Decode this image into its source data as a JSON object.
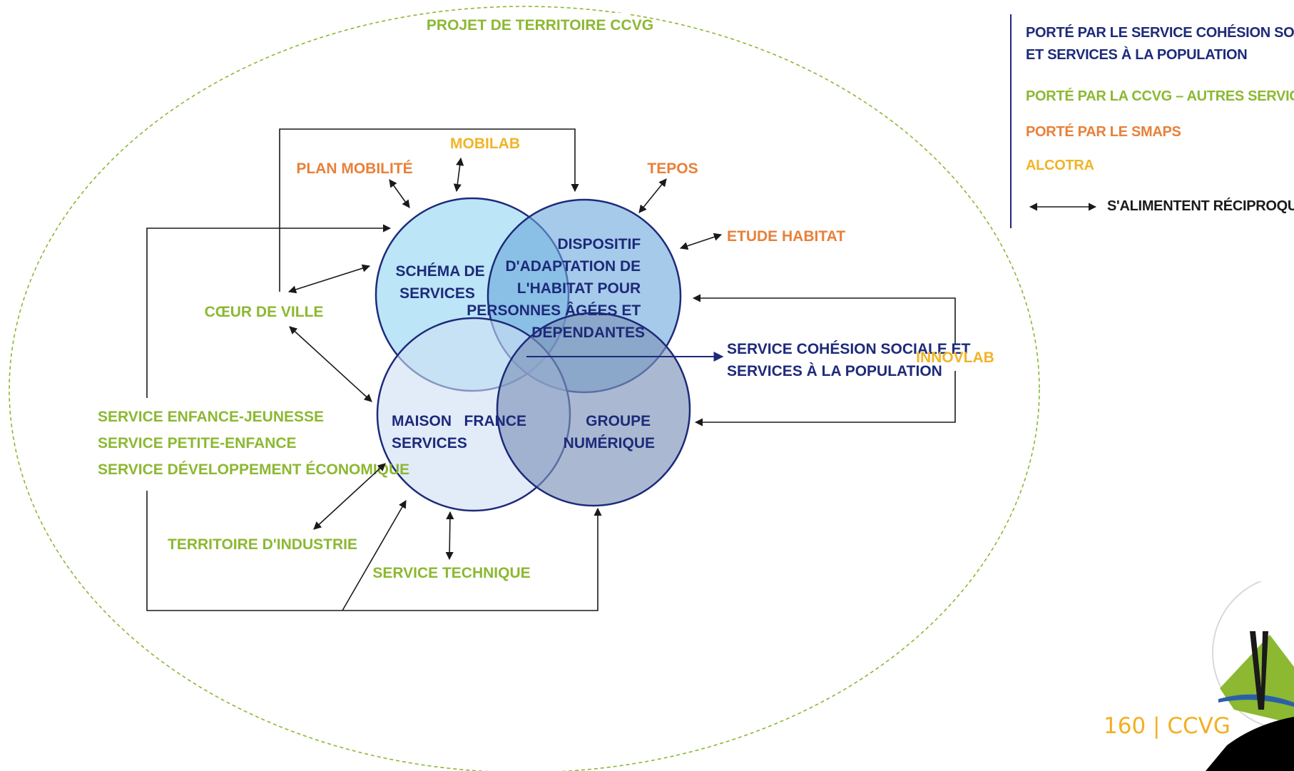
{
  "colors": {
    "navy": "#1d2a7a",
    "green": "#8cb832",
    "orange": "#e8803a",
    "yellow": "#f0b427",
    "dark": "#1a1a1a"
  },
  "project_title": "PROJET DE TERRITOIRE CCVG",
  "legend": {
    "line1": "PORTÉ PAR LE SERVICE COHÉSION SOCIALE",
    "line2": "ET SERVICES À LA POPULATION",
    "ccvg": "PORTÉ PAR LA CCVG – AUTRES SERVICES",
    "smaps": "PORTÉ PAR LE SMAPS",
    "alcotra": "ALCOTRA",
    "arrow": "S'ALIMENTENT RÉCIPROQUEMENT"
  },
  "circles": {
    "schema": [
      "SCHÉMA DE",
      "SERVICES"
    ],
    "dispositif": [
      "DISPOSITIF",
      "D'ADAPTATION DE",
      "L'HABITAT POUR",
      "PERSONNES ÂGÉES ET",
      "DÉPENDANTES"
    ],
    "maison": [
      "MAISON   FRANCE",
      "SERVICES"
    ],
    "groupe": [
      "GROUPE",
      "NUMÉRIQUE"
    ]
  },
  "center_label": [
    "SERVICE COHÉSION SOCIALE ET",
    "SERVICES À LA POPULATION"
  ],
  "satellites": {
    "plan_mobilite": "PLAN MOBILITÉ",
    "mobilab": "MOBILAB",
    "tepos": "TEPOS",
    "etude_habitat": "ETUDE HABITAT",
    "coeur_de_ville": "CŒUR DE VILLE",
    "innovlab": "INNOVLAB",
    "service_enfance": "SERVICE ENFANCE-JEUNESSE",
    "service_petite_enfance": "SERVICE PETITE-ENFANCE",
    "service_dev_eco": "SERVICE DÉVELOPPEMENT ÉCONOMIQUE",
    "territoire_industrie": "TERRITOIRE D'INDUSTRIE",
    "service_technique": "SERVICE TECHNIQUE"
  },
  "footer": "160 | CCVG"
}
